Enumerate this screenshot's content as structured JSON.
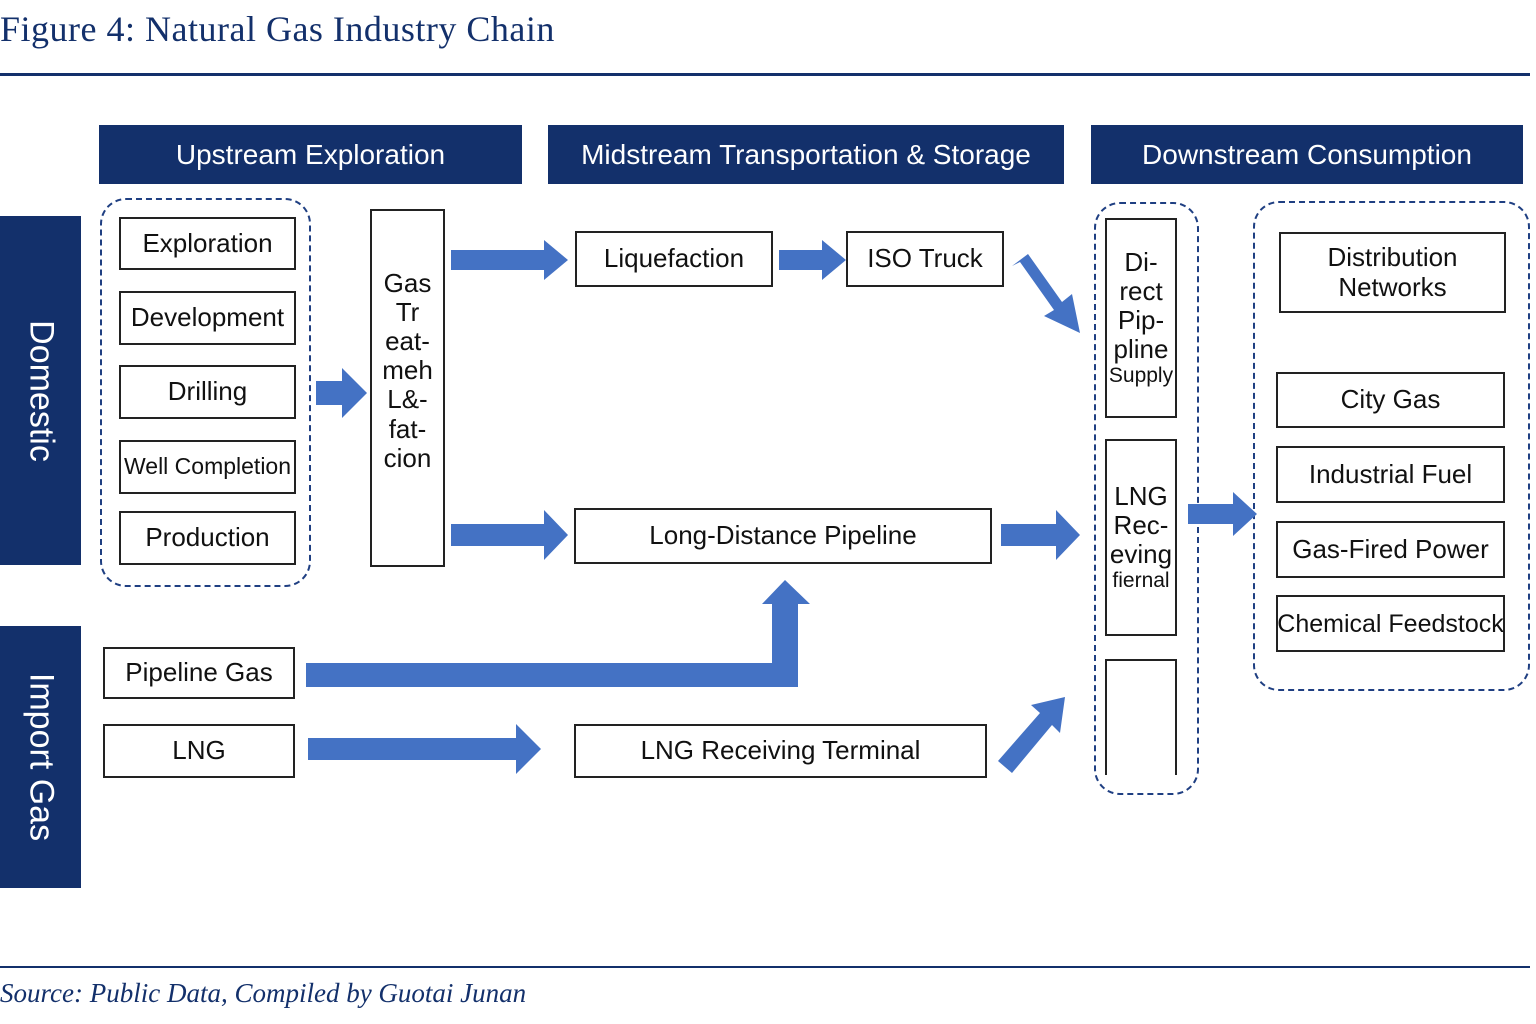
{
  "figure_title": "Figure 4: Natural Gas Industry Chain",
  "stages": {
    "upstream": "Upstream Exploration",
    "midstream": "Midstream Transportation & Storage",
    "downstream": "Downstream Consumption"
  },
  "sources": {
    "domestic": "Domestic",
    "import": "Import Gas"
  },
  "upstream_steps": [
    "Exploration",
    "Development",
    "Drilling",
    "Well Completion",
    "Production"
  ],
  "gas_treatment": [
    "Gas",
    "Tr",
    "eat-",
    "meh",
    "L&-",
    "fat-",
    "cion"
  ],
  "midstream": {
    "liquefaction": "Liquefaction",
    "iso_truck": "ISO Truck",
    "long_distance_pipeline": "Long-Distance Pipeline",
    "lng_receiving_terminal": "LNG Receiving Terminal"
  },
  "imports": {
    "pipeline_gas": "Pipeline Gas",
    "lng": "LNG"
  },
  "supply_modes": {
    "direct_pipeline": [
      "Di-",
      "rect",
      "Pip-",
      "pline",
      "Supply"
    ],
    "lng_receiving": [
      "LNG",
      "Rec-",
      "eving",
      "fiernal"
    ]
  },
  "consumption": {
    "distribution_networks": [
      "Distribution",
      "Networks"
    ],
    "city_gas": "City Gas",
    "industrial_fuel": "Industrial Fuel",
    "gas_fired_power": "Gas-Fired Power",
    "chemical_feedstock": "Chemical Feedstock"
  },
  "source_note": "Source: Public Data, Compiled by Guotai Junan",
  "colors": {
    "navy": "#13306b",
    "arrow": "#4472c4",
    "dashed_border": "#1f3f82"
  }
}
